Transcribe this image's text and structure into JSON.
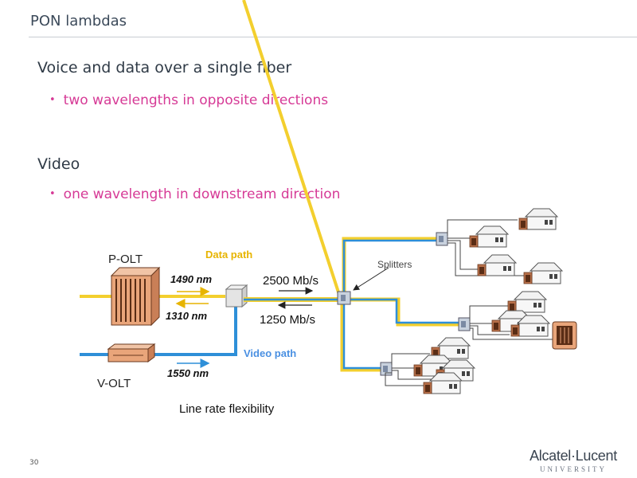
{
  "slide": {
    "title": "PON lambdas",
    "page_number": "30"
  },
  "sections": [
    {
      "heading": "Voice and data over a single fiber",
      "bullet": "two wavelengths in opposite directions"
    },
    {
      "heading": "Video",
      "bullet": "one wavelength in downstream direction"
    }
  ],
  "diagram": {
    "p_olt_label": "P-OLT",
    "v_olt_label": "V-OLT",
    "data_path_label": "Data path",
    "video_path_label": "Video path",
    "wl_1490": "1490 nm",
    "wl_1310": "1310 nm",
    "wl_1550": "1550 nm",
    "rate_down": "2500 Mb/s",
    "rate_up": "1250 Mb/s",
    "splitters_label": "Splitters",
    "caption": "Line rate flexibility",
    "colors": {
      "data_fiber": "#f3cf2e",
      "video_fiber": "#2e8fd8",
      "data_label": "#e7b400",
      "video_label": "#4a90e2",
      "olt_body": "#e9a57a"
    }
  },
  "logo": {
    "brand": "Alcatel·Lucent",
    "sub": "UNIVERSITY"
  }
}
